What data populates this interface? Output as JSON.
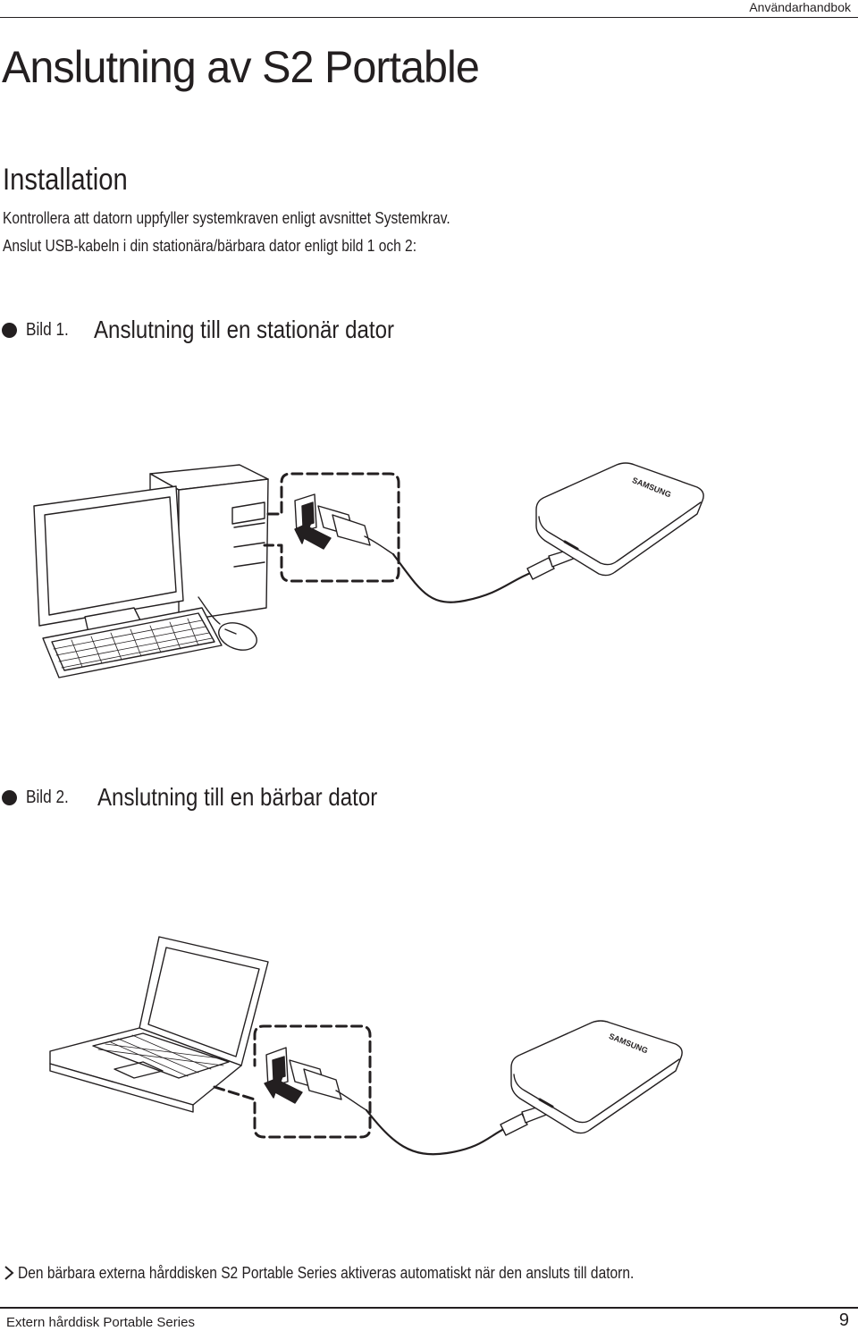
{
  "header": {
    "label": "Användarhandbok"
  },
  "title": "Anslutning av S2 Portable",
  "installation": {
    "heading": "Installation",
    "line1": "Kontrollera att datorn uppfyller systemkraven enligt avsnittet Systemkrav.",
    "line2": "Anslut USB-kabeln i din stationära/bärbara dator enligt bild 1 och 2:"
  },
  "figure1": {
    "number": "Bild 1.",
    "caption": "Anslutning till en stationär dator",
    "drive_brand": "SAMSUNG",
    "icon": "desktop-computer-usb-illustration"
  },
  "figure2": {
    "number": "Bild 2.",
    "caption": "Anslutning till en bärbar dator",
    "drive_brand": "SAMSUNG",
    "icon": "laptop-usb-illustration"
  },
  "note": {
    "icon": "chevron-right-icon",
    "text": "Den bärbara externa hårddisken S2 Portable Series aktiveras automatiskt när den ansluts till datorn."
  },
  "footer": {
    "label": "Extern hårddisk Portable Series",
    "page_number": "9"
  },
  "colors": {
    "text": "#231f20",
    "background": "#ffffff"
  }
}
